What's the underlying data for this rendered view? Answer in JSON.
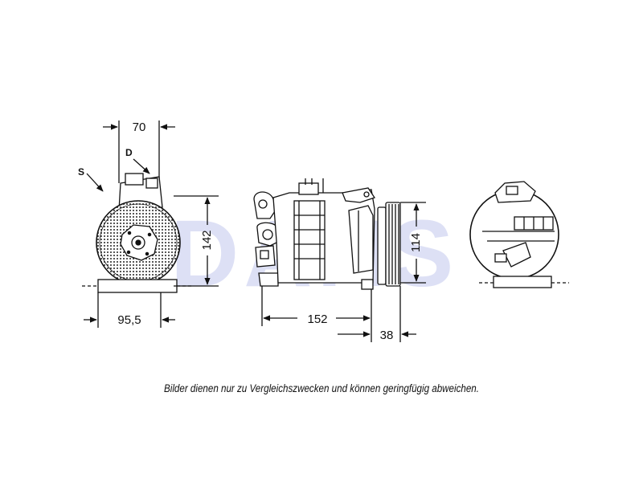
{
  "watermark": "DANS",
  "views": {
    "front": {
      "dim_width_top": "70",
      "dim_height": "142",
      "dim_width_bottom": "95,5",
      "label_suction": "S",
      "label_discharge": "D"
    },
    "side": {
      "dim_length": "152",
      "dim_pulley_width": "38",
      "dim_pulley_diameter": "114"
    }
  },
  "caption": "Bilder dienen nur zu Vergleichszwecken und können geringfügig abweichen.",
  "colors": {
    "line": "#111111",
    "watermark": "#c1c6ec"
  }
}
